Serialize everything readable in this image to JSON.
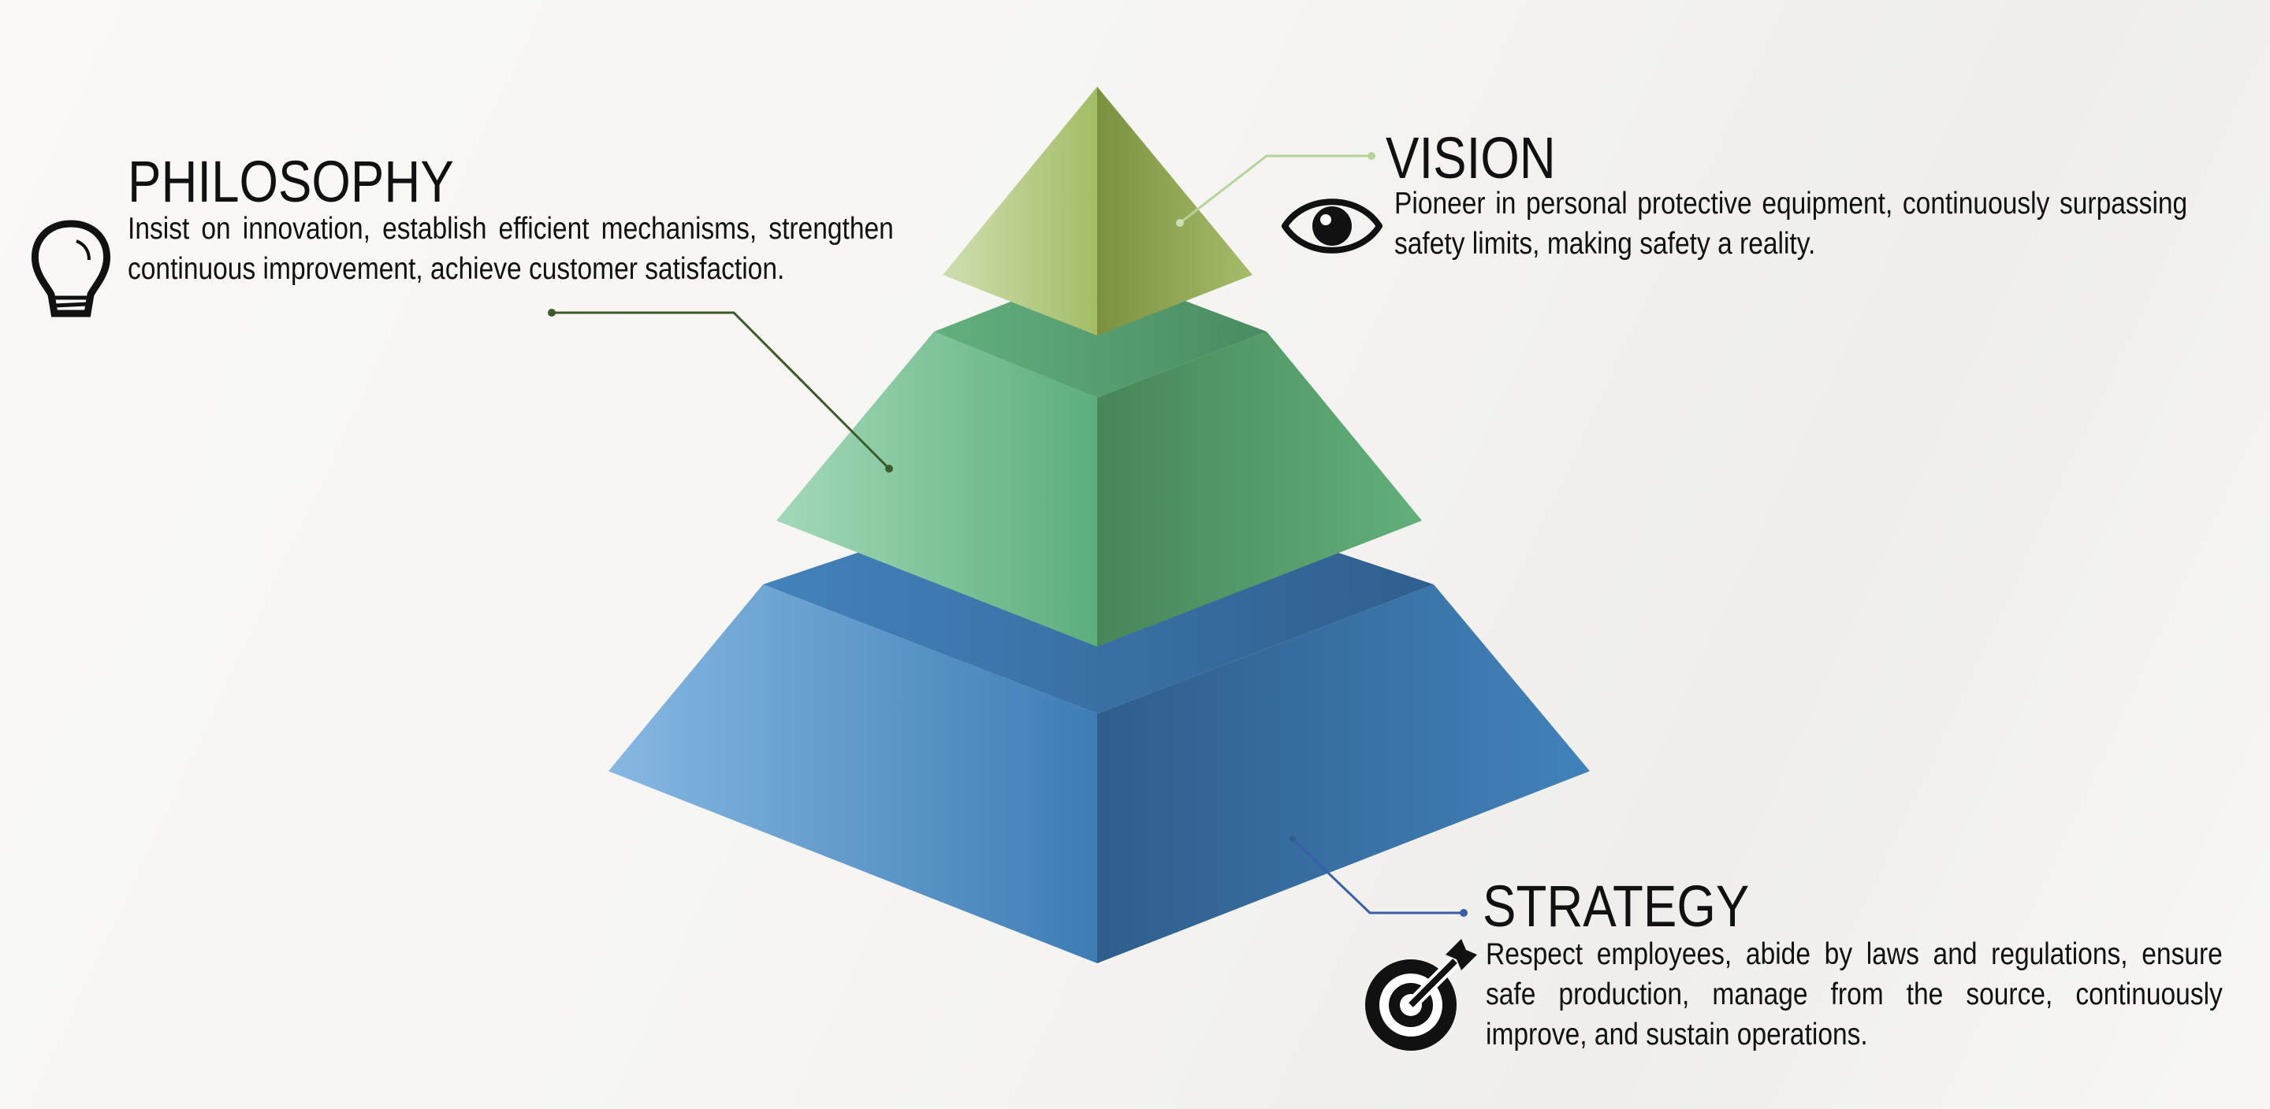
{
  "sections": {
    "philosophy": {
      "title": "PHILOSOPHY",
      "text": "Insist on innovation, establish efficient mechanisms, strengthen continuous improvement, achieve customer satisfaction.",
      "icon": "lightbulb-icon",
      "color": "#3d5a2a"
    },
    "vision": {
      "title": "VISION",
      "text": "Pioneer in personal protective equipment, continuously surpassing safety limits, making safety a reality.",
      "icon": "eye-icon",
      "color": "#b5d49a"
    },
    "strategy": {
      "title": "STRATEGY",
      "text": "Respect employees, abide by laws and regulations, ensure safe production, manage from the source, continuously improve, and sustain operations.",
      "icon": "target-arrow-icon",
      "color": "#3a5ea8"
    }
  }
}
